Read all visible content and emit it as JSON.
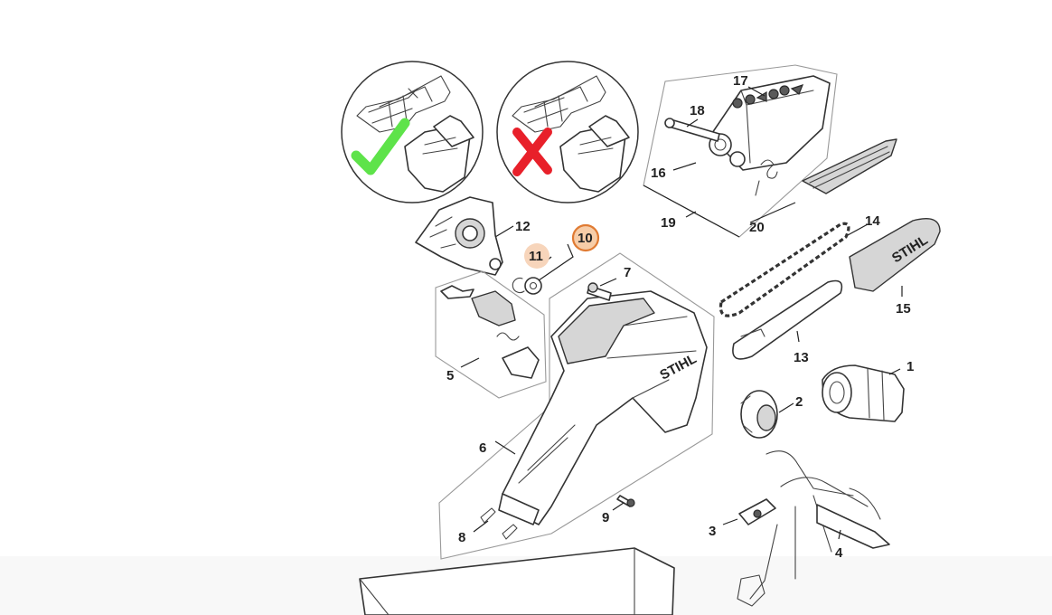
{
  "diagram": {
    "parts": [
      {
        "id": "1",
        "label": "1"
      },
      {
        "id": "2",
        "label": "2"
      },
      {
        "id": "3",
        "label": "3"
      },
      {
        "id": "4",
        "label": "4"
      },
      {
        "id": "5",
        "label": "5"
      },
      {
        "id": "6",
        "label": "6"
      },
      {
        "id": "7",
        "label": "7"
      },
      {
        "id": "8",
        "label": "8"
      },
      {
        "id": "9",
        "label": "9"
      },
      {
        "id": "10",
        "label": "10"
      },
      {
        "id": "11",
        "label": "11"
      },
      {
        "id": "12",
        "label": "12"
      },
      {
        "id": "13",
        "label": "13"
      },
      {
        "id": "14",
        "label": "14"
      },
      {
        "id": "15",
        "label": "15"
      },
      {
        "id": "16",
        "label": "16"
      },
      {
        "id": "17",
        "label": "17"
      },
      {
        "id": "18",
        "label": "18"
      },
      {
        "id": "19",
        "label": "19"
      },
      {
        "id": "20",
        "label": "20"
      }
    ],
    "brand_text": "STIHL",
    "selected_part": "10",
    "highlighted_part": "11",
    "colors": {
      "correct_mark": "#5ee34a",
      "wrong_mark": "#e8202a",
      "selected_badge": "#f7cda8",
      "selected_outline": "#e07b33",
      "highlight_badge": "#f7d5bb"
    },
    "inset_icons": [
      "check-icon",
      "cross-icon"
    ]
  }
}
